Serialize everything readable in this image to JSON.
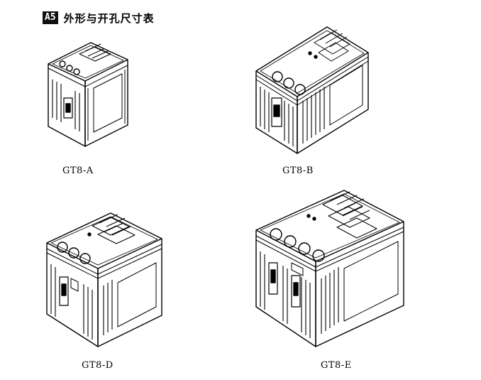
{
  "header": {
    "badge": "A5",
    "title": "外形与开孔尺寸表"
  },
  "devices": [
    {
      "model": "GT8-A"
    },
    {
      "model": "GT8-B"
    },
    {
      "model": "GT8-D"
    },
    {
      "model": "GT8-E"
    }
  ]
}
